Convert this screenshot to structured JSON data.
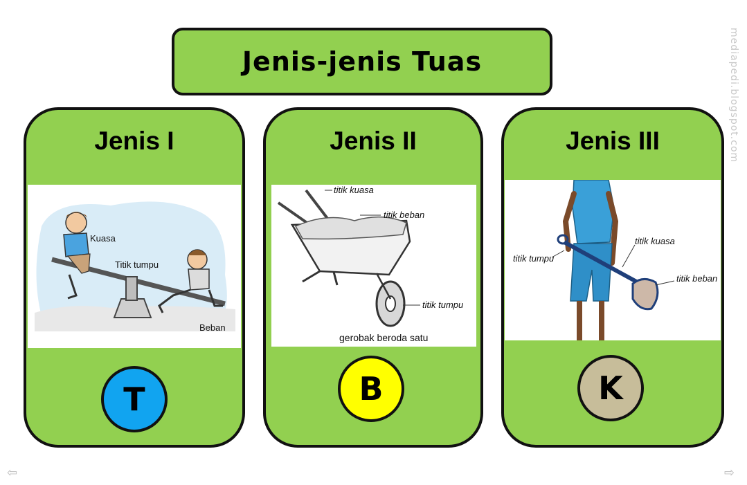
{
  "title": "Jenis-jenis Tuas",
  "watermark": "mediapedi.blogspot.com",
  "colors": {
    "card_green": "#92d050",
    "badge_t": "#11a4f0",
    "badge_b": "#ffff00",
    "badge_k": "#c7bd9a"
  },
  "cards": [
    {
      "title": "Jenis I",
      "badge": "T",
      "illustration": "seesaw",
      "labels": {
        "kuasa": "Kuasa",
        "titik_tumpu": "Titik tumpu",
        "beban": "Beban"
      }
    },
    {
      "title": "Jenis II",
      "badge": "B",
      "illustration": "wheelbarrow",
      "labels": {
        "titik_kuasa": "titik kuasa",
        "titik_beban": "titik beban",
        "titik_tumpu": "titik tumpu",
        "caption": "gerobak beroda satu"
      }
    },
    {
      "title": "Jenis III",
      "badge": "K",
      "illustration": "shovel",
      "labels": {
        "titik_tumpu": "titik tumpu",
        "titik_kuasa": "titik kuasa",
        "titik_beban": "titik beban"
      }
    }
  ],
  "nav": {
    "prev_icon": "arrow-left-icon",
    "next_icon": "arrow-right-icon"
  }
}
